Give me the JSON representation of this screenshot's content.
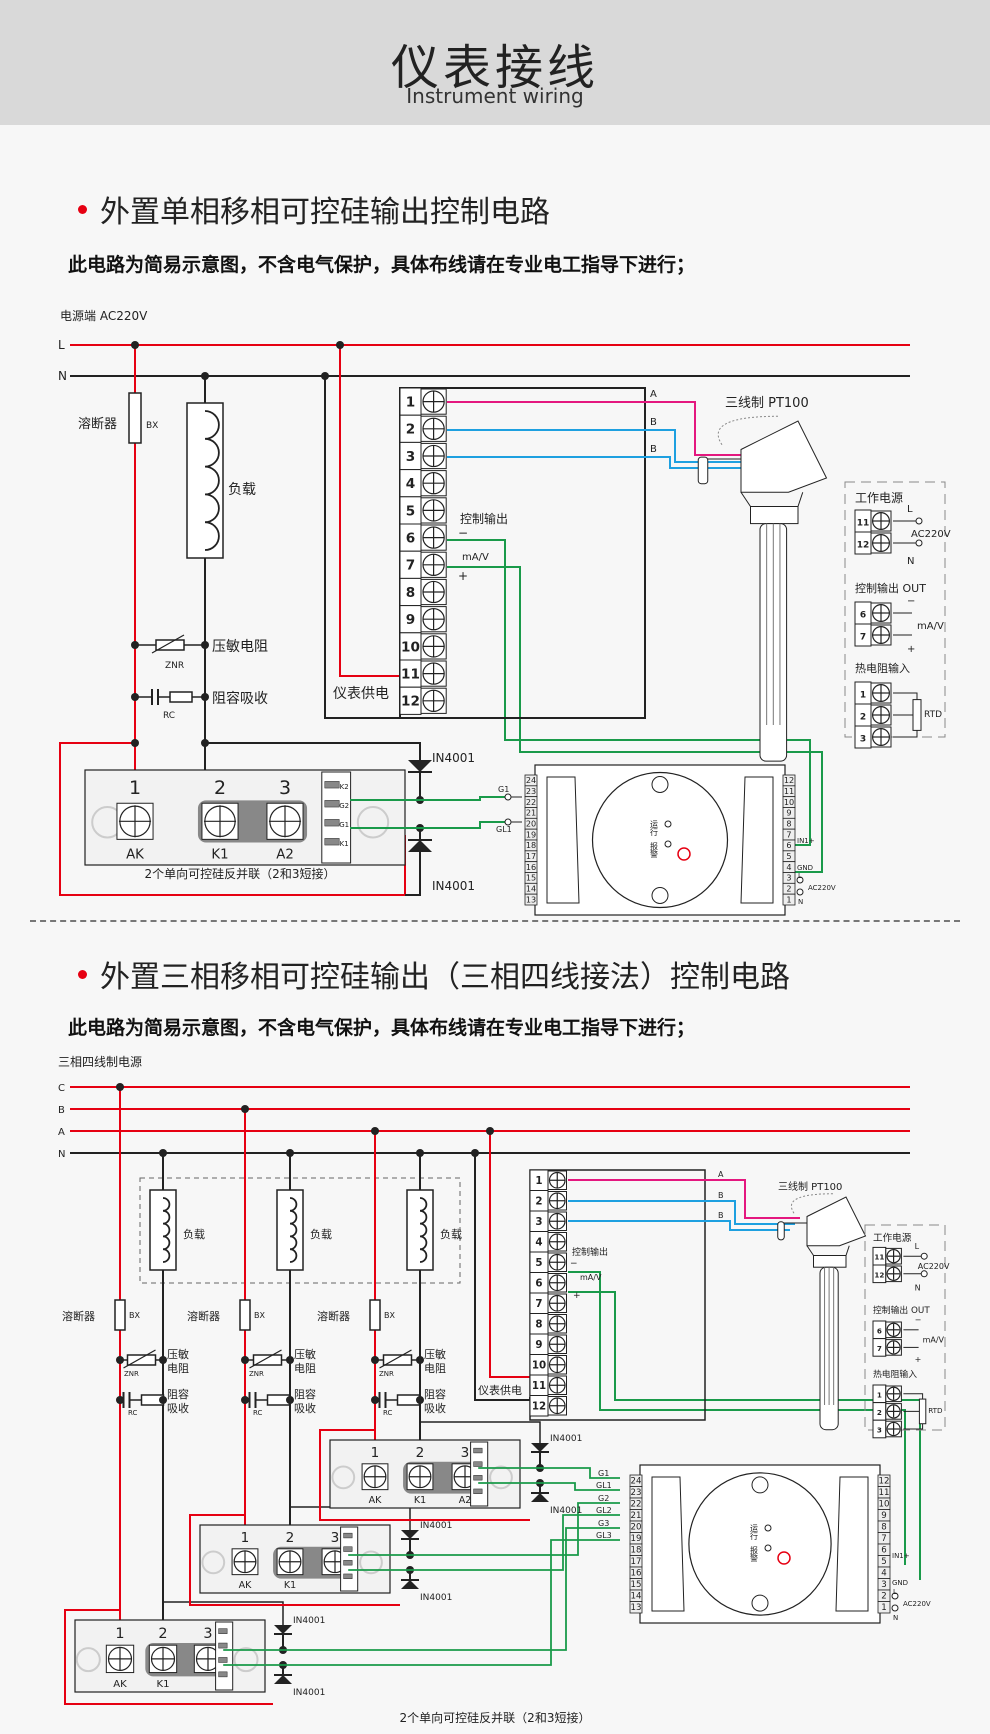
{
  "header": {
    "title": "仪表接线",
    "subtitle": "Instrument wiring"
  },
  "colors": {
    "live": "#e60012",
    "neutral": "#222222",
    "wire_a": "#e4187f",
    "wire_b": "#1ea0e0",
    "signal": "#1a9a4a",
    "header_bg": "#d9d9d9"
  },
  "common": {
    "terminals": [
      "1",
      "2",
      "3",
      "4",
      "5",
      "6",
      "7",
      "8",
      "9",
      "10",
      "11",
      "12"
    ],
    "controller_left": [
      "24",
      "23",
      "22",
      "21",
      "20",
      "19",
      "18",
      "17",
      "16",
      "15",
      "14",
      "13"
    ],
    "controller_right": [
      "12",
      "11",
      "10",
      "9",
      "8",
      "7",
      "6",
      "5",
      "4",
      "3",
      "2",
      "1"
    ],
    "indicators": [
      "运行",
      "报警"
    ],
    "in1": "IN1+",
    "gnd": "GND",
    "ac": "AC220V",
    "L": "L",
    "N": "N",
    "control_out": "控制输出",
    "minus": "−",
    "plus": "+",
    "mav": "mA/V",
    "instr_power": "仪表供电",
    "wire_labels": [
      "A",
      "B",
      "B"
    ],
    "pt100": "三线制  PT100",
    "diode": "IN4001",
    "fuse": "溶断器",
    "bx": "BX",
    "load": "负载",
    "znr": "ZNR",
    "rc": "RC",
    "legend": {
      "power_title": "工作电源",
      "power_terms": [
        "11",
        "12"
      ],
      "ac": "AC220V",
      "L": "L",
      "N": "N",
      "out_title": "控制输出 OUT",
      "out_terms": [
        "6",
        "7"
      ],
      "minus": "−",
      "plus": "+",
      "mav": "mA/V",
      "rtd_title": "热电阻输入",
      "rtd_terms": [
        "1",
        "2",
        "3"
      ],
      "rtd": "RTD"
    }
  },
  "section1": {
    "heading": "外置单相移相可控硅输出控制电路",
    "note": "此电路为简易示意图，不含电气保护，具体布线请在专业电工指导下进行；",
    "power_label": "电源端   AC220V",
    "varistor": "压敏电阻",
    "rc_label": "阻容吸收",
    "module_terms": [
      "1",
      "2",
      "3"
    ],
    "module_pins": [
      "AK",
      "K1",
      "A2"
    ],
    "module_side": [
      "K2",
      "G2",
      "G1",
      "K1"
    ],
    "g_labels": [
      "G1",
      "GL1"
    ],
    "module_caption": "2个单向可控硅反并联（2和3短接）"
  },
  "section2": {
    "heading": "外置三相移相可控硅输出（三相四线接法）控制电路",
    "note": "此电路为简易示意图，不含电气保护，具体布线请在专业电工指导下进行；",
    "power_label": "三相四线制电源",
    "phases": [
      "C",
      "B",
      "A",
      "N"
    ],
    "varistor": [
      "压敏",
      "电阻"
    ],
    "rc_label": [
      "阻容",
      "吸收"
    ],
    "module_terms": [
      "1",
      "2",
      "3"
    ],
    "module_pins": [
      "AK",
      "K1",
      "A2"
    ],
    "g_labels": [
      "G1",
      "GL1",
      "G2",
      "GL2",
      "G3",
      "GL3"
    ],
    "module_caption": "2个单向可控硅反并联（2和3短接）"
  }
}
